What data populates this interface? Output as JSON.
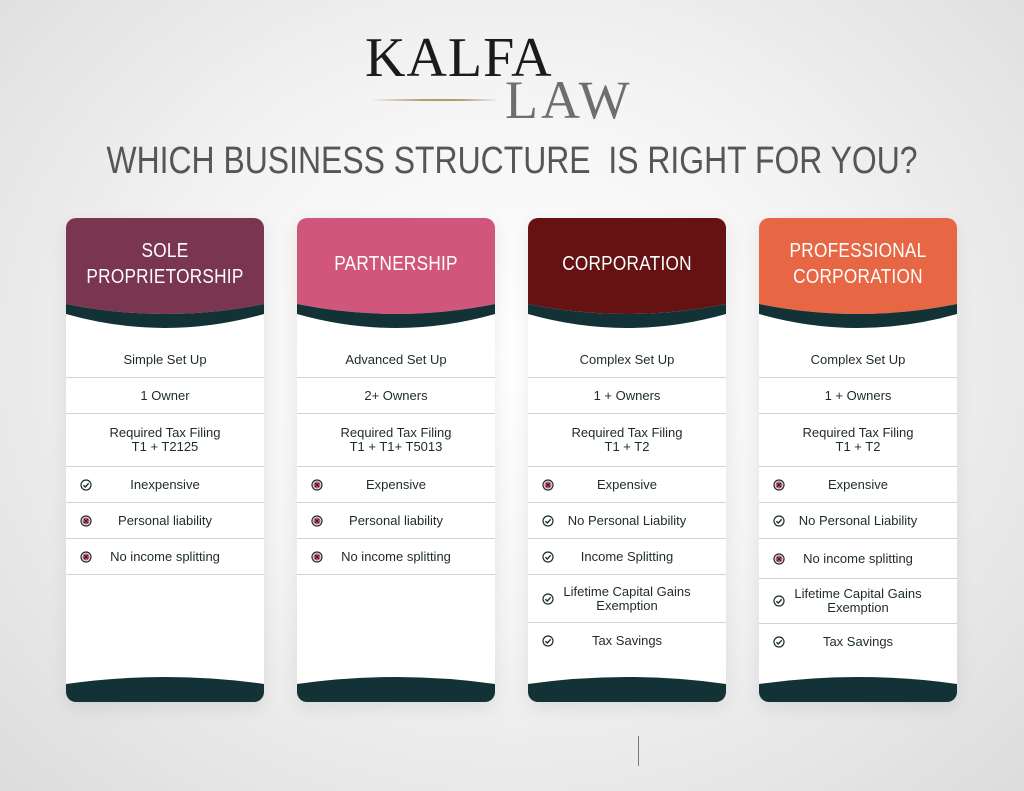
{
  "logo": {
    "line1": "KALFA",
    "line2": "LAW"
  },
  "headline": "WHICH BUSINESS STRUCTURE  IS RIGHT FOR YOU?",
  "colors": {
    "sole": "#7a3550",
    "partnership": "#d0567b",
    "corporation": "#661213",
    "professional": "#e76745",
    "band": "#123236",
    "check": "#1c2c2e",
    "cross": "#d0567b"
  },
  "cards": [
    {
      "title": "SOLE\nPROPRIETORSHIP",
      "rows": [
        {
          "text": "Simple Set Up"
        },
        {
          "text": "1 Owner"
        },
        {
          "text": "Required Tax Filing",
          "text2": "T1 + T2125"
        },
        {
          "icon": "check-icon",
          "text": "Inexpensive"
        },
        {
          "icon": "cross-icon",
          "text": "Personal liability"
        },
        {
          "icon": "cross-icon",
          "text": "No income splitting"
        }
      ]
    },
    {
      "title": "PARTNERSHIP",
      "rows": [
        {
          "text": "Advanced Set Up"
        },
        {
          "text": "2+ Owners"
        },
        {
          "text": "Required Tax Filing",
          "text2": "T1 + T1+ T5013"
        },
        {
          "icon": "cross-icon",
          "text": "Expensive"
        },
        {
          "icon": "cross-icon",
          "text": "Personal liability"
        },
        {
          "icon": "cross-icon",
          "text": "No income splitting"
        }
      ]
    },
    {
      "title": "CORPORATION",
      "rows": [
        {
          "text": "Complex Set Up"
        },
        {
          "text": "1 + Owners"
        },
        {
          "text": "Required Tax Filing",
          "text2": "T1 + T2"
        },
        {
          "icon": "cross-icon",
          "text": "Expensive"
        },
        {
          "icon": "check-icon",
          "text": "No Personal Liability"
        },
        {
          "icon": "check-icon",
          "text": "Income Splitting"
        },
        {
          "icon": "check-icon",
          "text": "Lifetime Capital Gains",
          "text2": "Exemption"
        },
        {
          "icon": "check-icon",
          "text": "Tax Savings"
        }
      ]
    },
    {
      "title": "PROFESSIONAL\nCORPORATION",
      "rows": [
        {
          "text": "Complex Set Up"
        },
        {
          "text": "1 + Owners"
        },
        {
          "text": "Required Tax Filing",
          "text2": "T1 + T2"
        },
        {
          "icon": "cross-icon",
          "text": "Expensive"
        },
        {
          "icon": "check-icon",
          "text": "No Personal Liability"
        },
        {
          "icon": "cross-icon",
          "text": "No income splitting"
        },
        {
          "icon": "check-icon",
          "text": "Lifetime Capital Gains",
          "text2": "Exemption"
        },
        {
          "icon": "check-icon",
          "text": "Tax Savings"
        }
      ]
    }
  ]
}
